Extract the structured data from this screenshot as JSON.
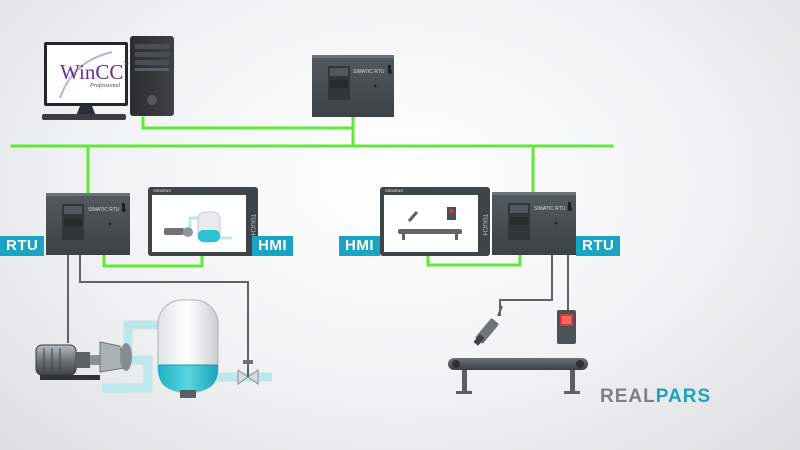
{
  "scada": {
    "software_name": "WinCC",
    "edition": "Professional",
    "registered_mark": "®"
  },
  "plc_model_label": "SIMATIC RTU",
  "hmi_panel": {
    "brand": "SIEMENS",
    "side_label": "TOUCH"
  },
  "tags": {
    "rtu_left": "RTU",
    "hmi_left": "HMI",
    "hmi_right": "HMI",
    "rtu_right": "RTU"
  },
  "brand": {
    "part1": "REAL",
    "part2": "PARS"
  },
  "colors": {
    "network": "#5eea37",
    "tag": "#1aa3c3",
    "water": "#29c2d2",
    "pipe": "#bfe6ea"
  }
}
